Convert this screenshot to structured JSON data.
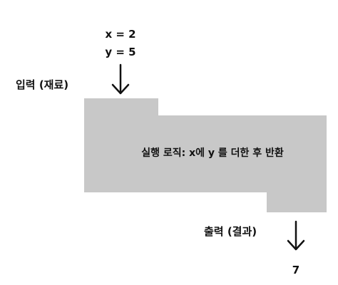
{
  "input": {
    "label": "입력 (재료)",
    "values": [
      "x = 2",
      "y = 5"
    ]
  },
  "machine": {
    "logic": "실행 로직: x에 y 를 더한 후 반환",
    "fill_color": "#c8c8c8"
  },
  "output": {
    "label": "출력 (결과)",
    "value": "7"
  },
  "icons": {
    "input_arrow": "arrow-down-icon",
    "output_arrow": "arrow-down-icon"
  }
}
